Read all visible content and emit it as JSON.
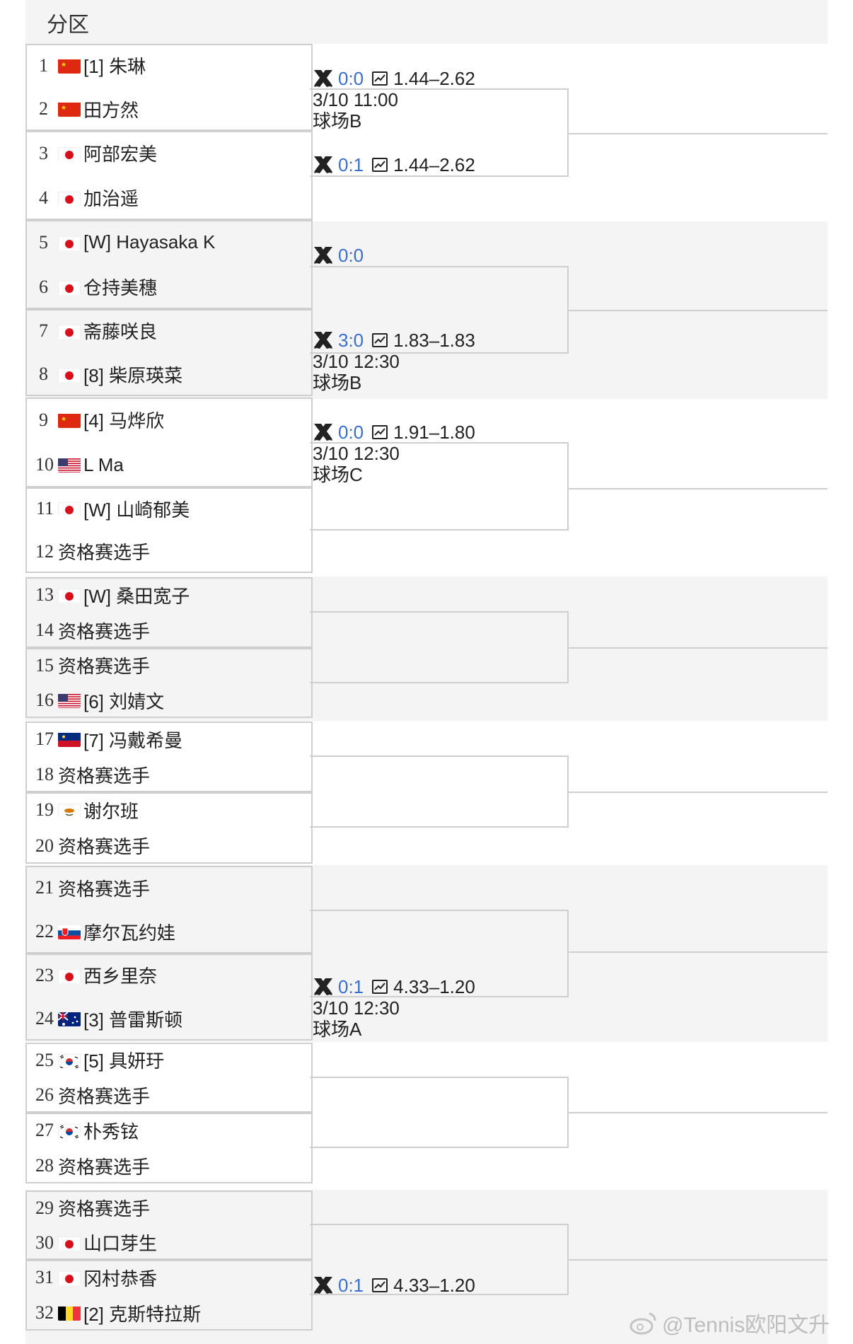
{
  "section_title": "分区",
  "colors": {
    "score_blue": "#3a6fd0",
    "band_even": "#f4f4f4",
    "border": "#cfcfcf"
  },
  "players": [
    {
      "num": "1",
      "flag": "china",
      "name": "[1] 朱琳"
    },
    {
      "num": "2",
      "flag": "china",
      "name": "田方然"
    },
    {
      "num": "3",
      "flag": "japan",
      "name": "阿部宏美"
    },
    {
      "num": "4",
      "flag": "japan",
      "name": "加治遥"
    },
    {
      "num": "5",
      "flag": "japan",
      "name": "[W] Hayasaka K"
    },
    {
      "num": "6",
      "flag": "japan",
      "name": "仓持美穗"
    },
    {
      "num": "7",
      "flag": "japan",
      "name": "斋藤咲良"
    },
    {
      "num": "8",
      "flag": "japan",
      "name": "[8] 柴原瑛菜"
    },
    {
      "num": "9",
      "flag": "china",
      "name": "[4] 马烨欣"
    },
    {
      "num": "10",
      "flag": "usa",
      "name": "L Ma"
    },
    {
      "num": "11",
      "flag": "japan",
      "name": "[W] 山崎郁美"
    },
    {
      "num": "12",
      "flag": "",
      "name": "资格赛选手"
    },
    {
      "num": "13",
      "flag": "japan",
      "name": "[W] 桑田宽子"
    },
    {
      "num": "14",
      "flag": "",
      "name": "资格赛选手"
    },
    {
      "num": "15",
      "flag": "",
      "name": "资格赛选手"
    },
    {
      "num": "16",
      "flag": "usa",
      "name": "[6] 刘婧文"
    },
    {
      "num": "17",
      "flag": "liechtenstein",
      "name": "[7] 冯戴希曼"
    },
    {
      "num": "18",
      "flag": "",
      "name": "资格赛选手"
    },
    {
      "num": "19",
      "flag": "cyprus",
      "name": "谢尔班"
    },
    {
      "num": "20",
      "flag": "",
      "name": "资格赛选手"
    },
    {
      "num": "21",
      "flag": "",
      "name": "资格赛选手"
    },
    {
      "num": "22",
      "flag": "slovakia",
      "name": "摩尔瓦约娃"
    },
    {
      "num": "23",
      "flag": "japan",
      "name": "西乡里奈"
    },
    {
      "num": "24",
      "flag": "australia",
      "name": "[3] 普雷斯顿"
    },
    {
      "num": "25",
      "flag": "korea",
      "name": "[5] 具妍玗"
    },
    {
      "num": "26",
      "flag": "",
      "name": "资格赛选手"
    },
    {
      "num": "27",
      "flag": "korea",
      "name": "朴秀铉"
    },
    {
      "num": "28",
      "flag": "",
      "name": "资格赛选手"
    },
    {
      "num": "29",
      "flag": "",
      "name": "资格赛选手"
    },
    {
      "num": "30",
      "flag": "japan",
      "name": "山口芽生"
    },
    {
      "num": "31",
      "flag": "japan",
      "name": "冈村恭香"
    },
    {
      "num": "32",
      "flag": "belgium",
      "name": "[2] 克斯特拉斯"
    }
  ],
  "match_info": [
    {
      "score": "0:0",
      "odds": "1.44–2.62",
      "time": "3/10 11:00",
      "court": "球场B"
    },
    {
      "score": "0:1",
      "odds": "1.44–2.62",
      "time": "",
      "court": ""
    },
    {
      "score": "0:0",
      "odds": "",
      "time": "",
      "court": ""
    },
    {
      "score": "3:0",
      "odds": "1.83–1.83",
      "time": "3/10 12:30",
      "court": "球场B"
    },
    {
      "score": "0:0",
      "odds": "1.91–1.80",
      "time": "3/10 12:30",
      "court": "球场C"
    },
    {
      "score": "0:1",
      "odds": "4.33–1.20",
      "time": "3/10 12:30",
      "court": "球场A"
    },
    {
      "score": "0:1",
      "odds": "4.33–1.20",
      "time": "",
      "court": ""
    }
  ],
  "watermark": "@Tennis欧阳文升"
}
